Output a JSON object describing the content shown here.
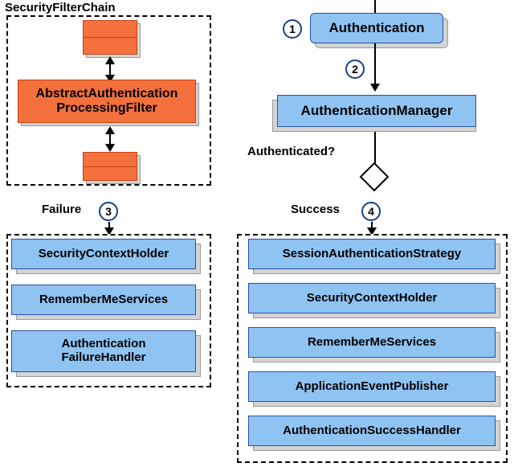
{
  "diagram": {
    "title": "Spring Security Authentication Flow",
    "type": "flow-diagram",
    "colors": {
      "filter_box": "#f4703c",
      "component_box": "#8fc3f2",
      "box_border_blue": "#2a4fa0",
      "box_border_orange": "#c1441a",
      "shadow": "#d4d4d4",
      "circle_number_border": "#1c3f86",
      "line": "#000000",
      "background": "#ffffff"
    }
  },
  "filter_chain": {
    "title": "SecurityFilterChain",
    "filters_above": "",
    "main_filter": "AbstractAuthentication\nProcessingFilter",
    "main_filter_line1": "AbstractAuthentication",
    "main_filter_line2": "ProcessingFilter",
    "filters_below": ""
  },
  "flow": {
    "authentication": "Authentication",
    "authentication_manager": "AuthenticationManager",
    "decision_label": "Authenticated?",
    "step_1": "1",
    "step_2": "2",
    "step_3": "3",
    "step_4": "4",
    "failure_label": "Failure",
    "success_label": "Success"
  },
  "failure_branch": {
    "items": [
      {
        "label": "SecurityContextHolder",
        "lines": [
          "SecurityContextHolder"
        ]
      },
      {
        "label": "RememberMeServices",
        "lines": [
          "RememberMeServices"
        ]
      },
      {
        "label": "Authentication FailureHandler",
        "lines": [
          "Authentication",
          "FailureHandler"
        ]
      }
    ]
  },
  "success_branch": {
    "items": [
      {
        "label": "SessionAuthenticationStrategy",
        "lines": [
          "SessionAuthenticationStrategy"
        ]
      },
      {
        "label": "SecurityContextHolder",
        "lines": [
          "SecurityContextHolder"
        ]
      },
      {
        "label": "RememberMeServices",
        "lines": [
          "RememberMeServices"
        ]
      },
      {
        "label": "ApplicationEventPublisher",
        "lines": [
          "ApplicationEventPublisher"
        ]
      },
      {
        "label": "AuthenticationSuccessHandler",
        "lines": [
          "AuthenticationSuccessHandler"
        ]
      }
    ]
  }
}
